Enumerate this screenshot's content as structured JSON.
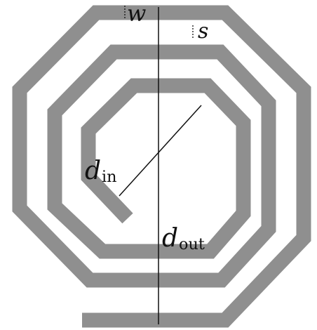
{
  "labels": {
    "w": "w",
    "s": "s",
    "d_in_main": "d",
    "d_in_sub": "in",
    "d_out_main": "d",
    "d_out_sub": "out"
  },
  "colors": {
    "trace": "#8f8f8f",
    "line": "#111111",
    "background": "#ffffff"
  }
}
